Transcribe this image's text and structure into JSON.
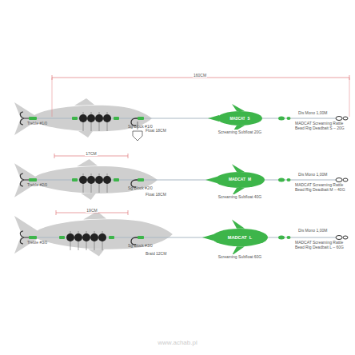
{
  "diagram": {
    "nodes": [
      {
        "text": [
          "MADCAT",
          "S"
        ]
      },
      {
        "text": [
          "MADCAT",
          "M"
        ]
      },
      {
        "text": [
          "MADCAT",
          "L"
        ]
      }
    ],
    "labels": [
      "160CM",
      "Treble #1/0",
      "Sg Block #1/0",
      "Float 18CM",
      "Screaming Subfloat 20G",
      "Dis Mono 1,00M",
      "MADCAT Screaming Rattle Bead Rig Deadbait S – 20G",
      "17CM",
      "Treble #2/0",
      "Sg Block #2/0",
      "Float 18CM",
      "Screaming Subfloat 40G",
      "Dis Mono 1,00M",
      "MADCAT Screaming Rattle Bead Rig Deadbait M – 40G",
      "19CM",
      "Treble #3/0",
      "Sg Block #3/0",
      "Braid 12CM",
      "Screaming Subfloat 60G",
      "Dis Mono 1,00M",
      "MADCAT Screaming Rattle Bead Rig Deadbait L – 60G",
      "www.achab.pl"
    ]
  }
}
